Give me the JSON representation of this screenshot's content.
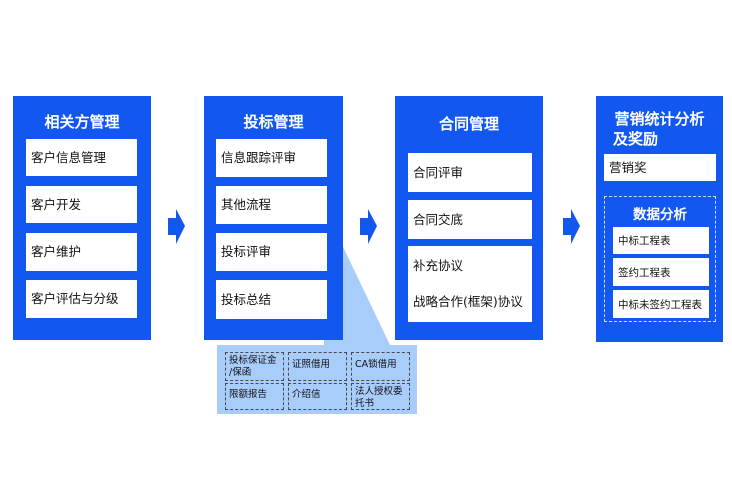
{
  "colors": {
    "primary": "#1257f0",
    "callout_fill": "#a9cdfb",
    "card": "#ffffff"
  },
  "columns": [
    {
      "title": "相关方管理",
      "items": [
        "客户信息管理",
        "客户开发",
        "客户维护",
        "客户评估与分级"
      ]
    },
    {
      "title": "投标管理",
      "items": [
        "信息跟踪评审",
        "其他流程",
        "投标评审",
        "投标总结"
      ]
    },
    {
      "title": "合同管理",
      "items": [
        "合同评审",
        "合同交底",
        "补充协议",
        "战略合作(框架)协议"
      ]
    },
    {
      "title_line1": "营销统计分析",
      "title_line2": "及奖励",
      "items": [
        "营销奖"
      ],
      "subgroup": {
        "title": "数据分析",
        "items": [
          "中标工程表",
          "签约工程表",
          "中标未签约工程表"
        ]
      }
    }
  ],
  "callout": {
    "cells": [
      {
        "line1": "投标保证金",
        "line2": "/保函"
      },
      {
        "line1": "证照借用",
        "line2": ""
      },
      {
        "line1": "CA锁借用",
        "line2": ""
      },
      {
        "line1": "限额报告",
        "line2": ""
      },
      {
        "line1": "介绍信",
        "line2": ""
      },
      {
        "line1": "法人授权委",
        "line2": "托书"
      }
    ]
  },
  "arrows": [
    "arrow-right-icon",
    "arrow-right-icon",
    "arrow-right-icon"
  ]
}
